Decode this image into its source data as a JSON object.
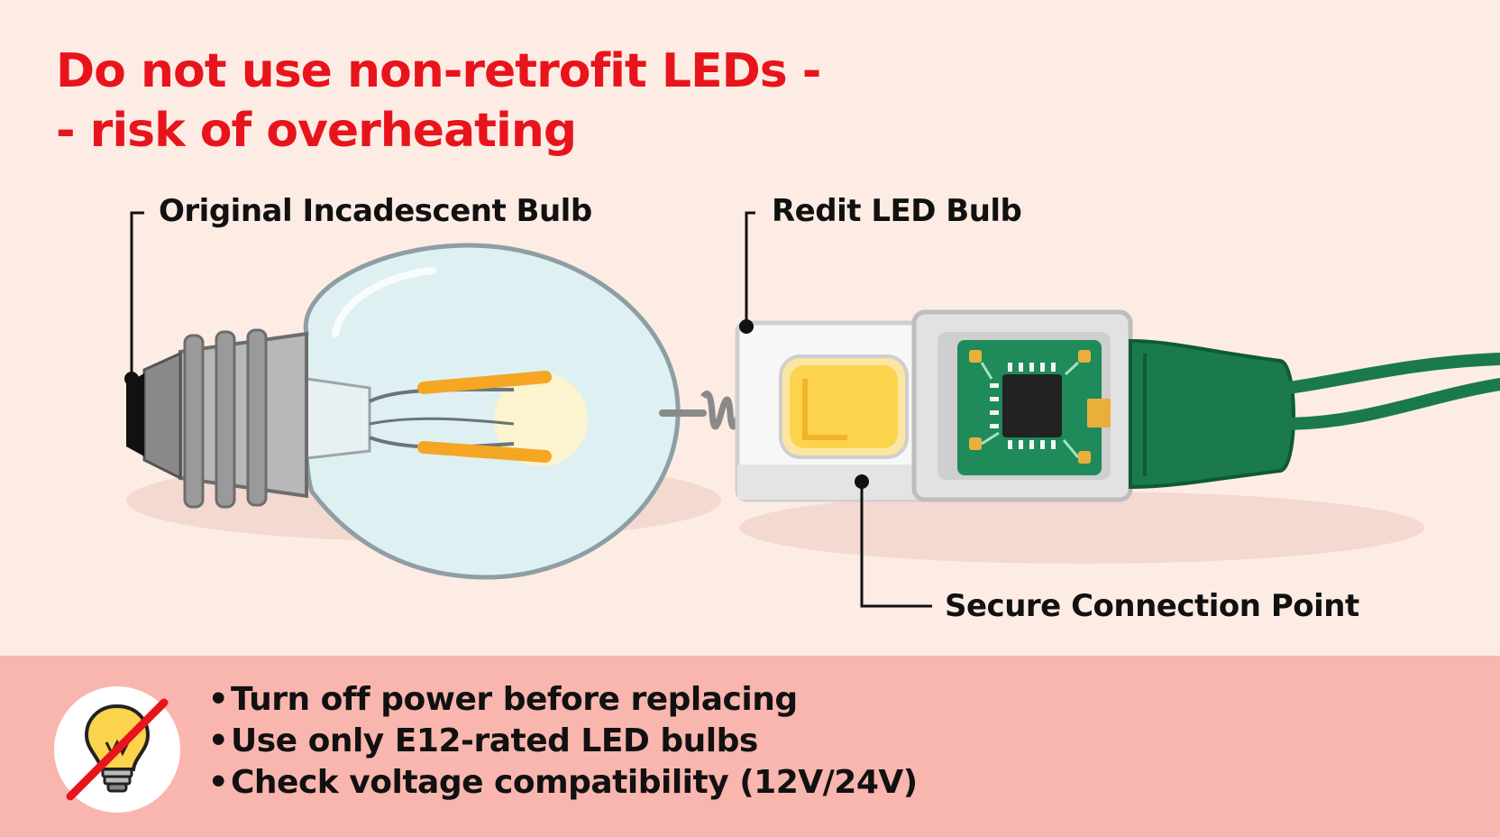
{
  "warning": {
    "line1": "Do not use non-retrofit LEDs -",
    "line2": "- risk of overheating"
  },
  "labels": {
    "original_bulb": "Original Incadescent Bulb",
    "led_bulb": "Redit LED Bulb",
    "connection": "Secure Connection Point"
  },
  "tips": [
    "Turn off power before replacing",
    "Use only E12-rated LED bulbs",
    "Check voltage compatibility (12V/24V)"
  ],
  "colors": {
    "title": "#e8141c",
    "background": "#fdece4",
    "footer": "#f9b6ae",
    "wire_green": "#1a7a4a",
    "pcb_green": "#1f8a5a",
    "led_chip": "#fcd34d",
    "filament": "#f5a623"
  },
  "icons": [
    "no-bulb-icon"
  ]
}
